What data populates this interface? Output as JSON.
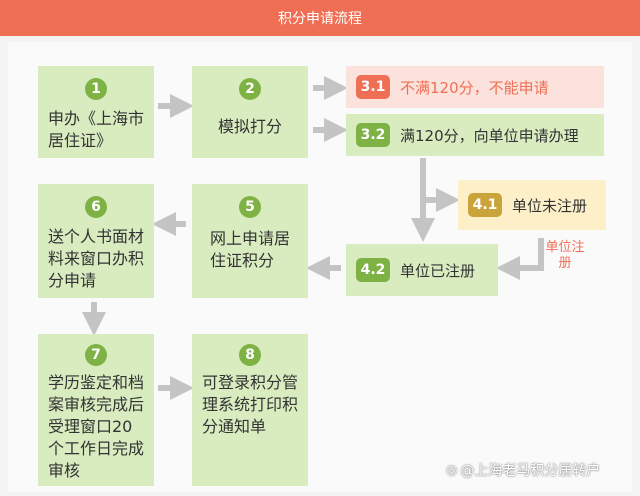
{
  "header": {
    "title": "积分申请流程"
  },
  "steps": {
    "s1": {
      "num": "1",
      "text": "申办《上海市居住证》"
    },
    "s2": {
      "num": "2",
      "text": "模拟打分"
    },
    "s31": {
      "tag": "3.1",
      "text": "不满120分，不能申请"
    },
    "s32": {
      "tag": "3.2",
      "text": "满120分，向单位申请办理"
    },
    "s41": {
      "tag": "4.1",
      "text": "单位未注册"
    },
    "s42": {
      "tag": "4.2",
      "text": "单位已注册"
    },
    "s5": {
      "num": "5",
      "text": "网上申请居住证积分"
    },
    "s6": {
      "num": "6",
      "text": "送个人书面材料来窗口办积分申请"
    },
    "s7": {
      "num": "7",
      "text": "学历鉴定和档案审核完成后受理窗口20个工作日完成审核"
    },
    "s8": {
      "num": "8",
      "text": "可登录积分管理系统打印积分通知单"
    }
  },
  "side_label": "单位注册",
  "watermark": {
    "icon": "weibo-icon",
    "text": "@上海老马积分居转户"
  },
  "colors": {
    "header": "#ef6f55",
    "green_box": "#d8ecc0",
    "number_circle": "#7fb244",
    "arrow": "#c4c4c4",
    "accent_text": "#ef6f55"
  }
}
